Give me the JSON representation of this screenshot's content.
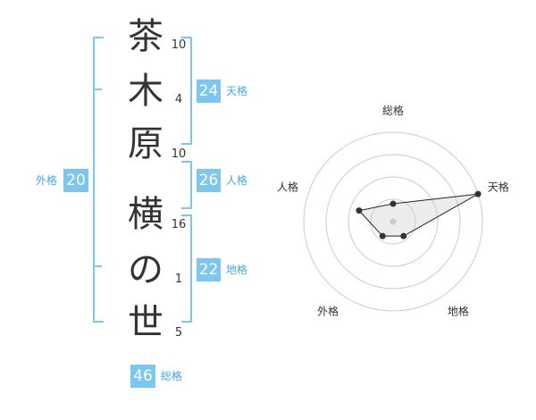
{
  "name": {
    "chars": [
      "茶",
      "木",
      "原",
      "横",
      "の",
      "世"
    ],
    "strokes": [
      "10",
      "4",
      "10",
      "16",
      "1",
      "5"
    ]
  },
  "results": {
    "tenkaku": {
      "value": "24",
      "label": "天格"
    },
    "jinkaku": {
      "value": "26",
      "label": "人格"
    },
    "chikaku": {
      "value": "22",
      "label": "地格"
    },
    "gaikaku": {
      "value": "20",
      "label": "外格"
    },
    "soukaku": {
      "value": "46",
      "label": "総格"
    }
  },
  "colors": {
    "accent": "#7cc6ef",
    "accent_text": "#4aa8e0",
    "text": "#333333",
    "ring": "#cccccc"
  },
  "chart_data": {
    "type": "radar",
    "axes": [
      "総格",
      "天格",
      "地格",
      "外格",
      "人格"
    ],
    "values": [
      0.2,
      1.0,
      0.2,
      0.2,
      0.4
    ],
    "rings": 4,
    "center_marker": true
  }
}
